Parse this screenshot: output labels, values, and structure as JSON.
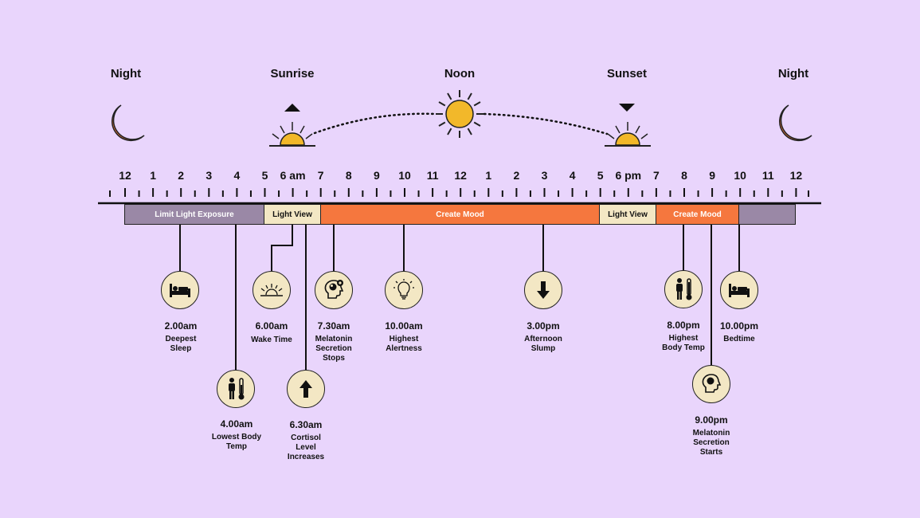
{
  "phases": [
    {
      "label": "Night"
    },
    {
      "label": "Sunrise"
    },
    {
      "label": "Noon"
    },
    {
      "label": "Sunset"
    },
    {
      "label": "Night"
    }
  ],
  "hour_labels": [
    "12",
    "1",
    "2",
    "3",
    "4",
    "5",
    "6 am",
    "7",
    "8",
    "9",
    "10",
    "11",
    "12",
    "1",
    "2",
    "3",
    "4",
    "5",
    "6 pm",
    "7",
    "8",
    "9",
    "10",
    "11",
    "12"
  ],
  "segments": [
    {
      "label": "Limit Light Exposure",
      "style": "gray"
    },
    {
      "label": "Light View",
      "style": "cream"
    },
    {
      "label": "Create Mood",
      "style": "orange"
    },
    {
      "label": "Light View",
      "style": "cream"
    },
    {
      "label": "Create Mood",
      "style": "orange"
    },
    {
      "label": "",
      "style": "dark"
    }
  ],
  "events": [
    {
      "time": "2.00am",
      "label": "Deepest Sleep",
      "icon": "bed-icon"
    },
    {
      "time": "4.00am",
      "label": "Lowest Body Temp",
      "icon": "thermometer-person-icon"
    },
    {
      "time": "6.00am",
      "label": "Wake Time",
      "icon": "sunrise-icon"
    },
    {
      "time": "6.30am",
      "label": "Cortisol Level Increases",
      "icon": "arrow-up-icon"
    },
    {
      "time": "7.30am",
      "label": "Melatonin Secretion Stops",
      "icon": "head-melatonin-icon"
    },
    {
      "time": "10.00am",
      "label": "Highest Alertness",
      "icon": "lightbulb-icon"
    },
    {
      "time": "3.00pm",
      "label": "Afternoon Slump",
      "icon": "arrow-down-icon"
    },
    {
      "time": "8.00pm",
      "label": "Highest Body Temp",
      "icon": "thermometer-person-icon"
    },
    {
      "time": "9.00pm",
      "label": "Melatonin Secretion Starts",
      "icon": "head-melatonin-icon"
    },
    {
      "time": "10.00pm",
      "label": "Bedtime",
      "icon": "bed-icon"
    }
  ],
  "colors": {
    "background": "#e9d5fc",
    "orange": "#f5773e",
    "sun": "#f2b82a",
    "cream": "#f3e7c4",
    "gray": "#9a88a6"
  }
}
